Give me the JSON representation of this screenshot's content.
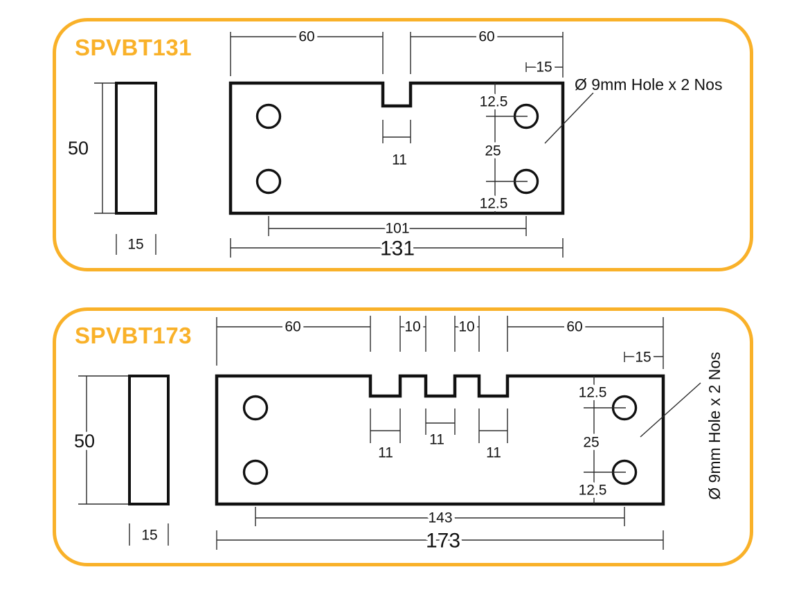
{
  "page": {
    "accent_color": "#F9B129",
    "line_color": "#111111",
    "background": "#ffffff"
  },
  "panels": [
    {
      "title": "SPVBT131",
      "annotation": "Ø 9mm Hole x 2 Nos",
      "dims": {
        "top_left_60": "60",
        "top_right_60": "60",
        "edge_offset_15": "15",
        "hole_top_12_5": "12.5",
        "hole_gap_25": "25",
        "hole_bottom_12_5": "12.5",
        "notch_width_11": "11",
        "hole_span_101": "101",
        "overall_length_131": "131",
        "side_height_50": "50",
        "side_thickness_15": "15"
      }
    },
    {
      "title": "SPVBT173",
      "annotation": "Ø 9mm Hole x 2 Nos",
      "dims": {
        "top_left_60": "60",
        "tooth_left_10": "10",
        "tooth_right_10": "10",
        "top_right_60": "60",
        "edge_offset_15": "15",
        "hole_top_12_5": "12.5",
        "hole_gap_25": "25",
        "hole_bottom_12_5": "12.5",
        "notch_left_11": "11",
        "notch_mid_11": "11",
        "notch_right_11": "11",
        "hole_span_143": "143",
        "overall_length_173": "173",
        "side_height_50": "50",
        "side_thickness_15": "15"
      }
    }
  ]
}
